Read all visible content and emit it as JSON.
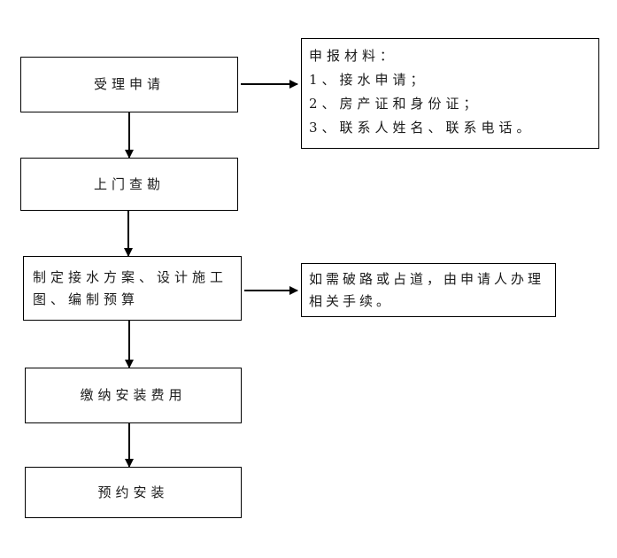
{
  "flowchart": {
    "nodes": [
      {
        "id": "accept",
        "label": "受理申请"
      },
      {
        "id": "survey",
        "label": "上门查勘"
      },
      {
        "id": "plan",
        "label": "制定接水方案、设计施工图、编制预算"
      },
      {
        "id": "pay",
        "label": "缴纳安装费用"
      },
      {
        "id": "schedule",
        "label": "预约安装"
      }
    ],
    "notes": [
      {
        "id": "materials",
        "title": "申报材料：",
        "items": [
          "1、接水申请；",
          "2、房产证和身份证；",
          "3、联系人姓名、联系电话。"
        ]
      },
      {
        "id": "road",
        "text": "如需破路或占道，由申请人办理相关手续。"
      }
    ],
    "colors": {
      "border": "#000000",
      "text": "#1a1a1a",
      "background": "#ffffff"
    }
  }
}
